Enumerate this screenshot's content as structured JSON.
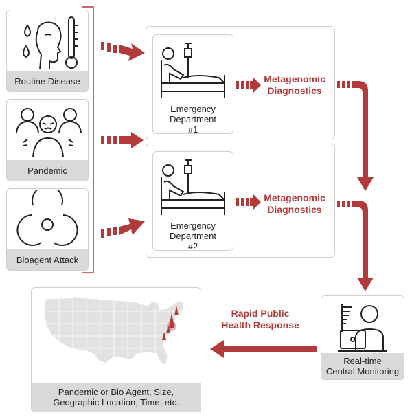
{
  "sources": [
    {
      "label": "Routine Disease",
      "icon": "sick-person-thermometer-icon"
    },
    {
      "label": "Pandemic",
      "icon": "crowd-sick-person-icon"
    },
    {
      "label": "Bioagent  Attack",
      "icon": "biohazard-icon"
    }
  ],
  "departments": [
    {
      "label": "Emergency\nDepartment\n#1",
      "icon": "hospital-bed-icon"
    },
    {
      "label": "Emergency\nDepartment\n#2",
      "icon": "hospital-bed-icon"
    }
  ],
  "diagnostics": [
    "Metagenomic\nDiagnostics",
    "Metagenomic\nDiagnostics"
  ],
  "monitoring": {
    "label": "Real-time\nCentral Monitoring",
    "icon": "person-laptop-icon"
  },
  "response": {
    "label": "Rapid Public\nHealth Response"
  },
  "map": {
    "label": "Pandemic or Bio Agent, Size,\nGeographic Location, Time, etc.",
    "icon": "usa-map-icon"
  },
  "colors": {
    "accent": "#b33a3a",
    "caption_bg": "#d9d9d9",
    "border": "#cfcfcf"
  }
}
